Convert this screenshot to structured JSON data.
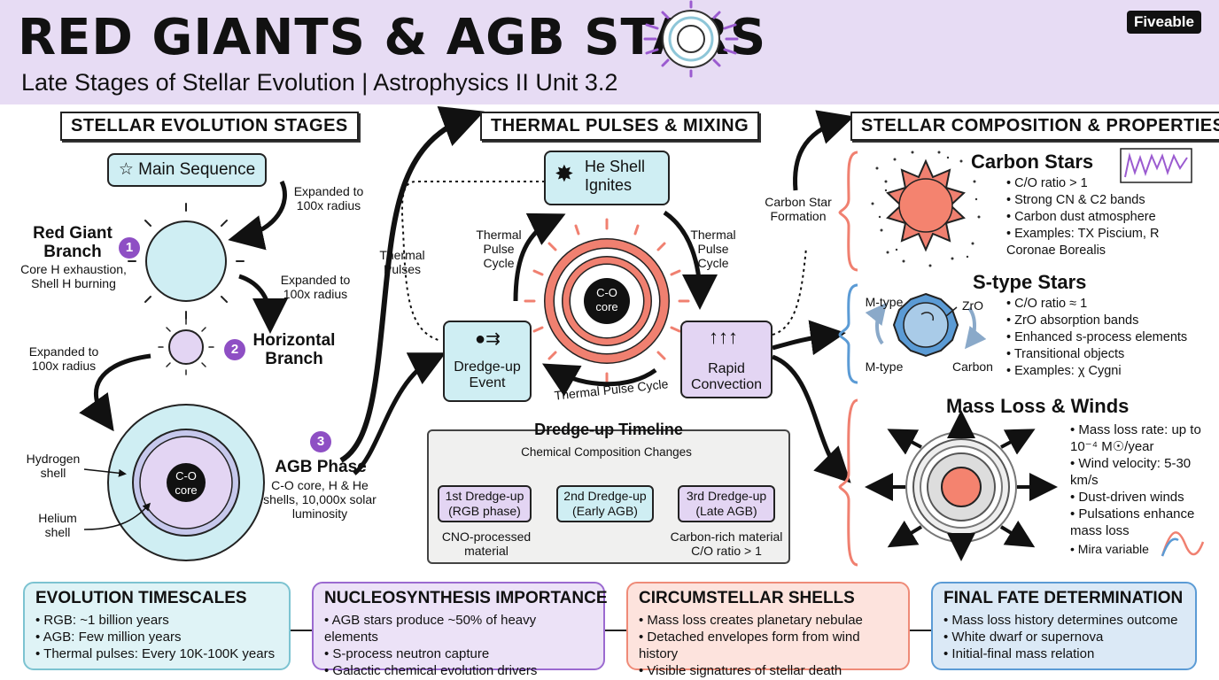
{
  "header": {
    "title": "RED GIANTS & AGB STARS",
    "subtitle": "Late Stages of Stellar Evolution | Astrophysics II Unit 3.2",
    "logo": "Fiveable"
  },
  "sections": {
    "evolution": "STELLAR EVOLUTION STAGES",
    "pulses": "THERMAL PULSES & MIXING",
    "composition": "STELLAR COMPOSITION & PROPERTIES"
  },
  "evolution": {
    "main_sequence": "Main Sequence",
    "expanded_1": "Expanded to 100x radius",
    "expanded_2": "Expanded to 100x radius",
    "expanded_3": "Expanded to 100x radius",
    "rgb_title": "Red Giant Branch",
    "rgb_badge": "1",
    "rgb_desc": "Core H exhaustion, Shell H burning",
    "hb_title": "Horizontal Branch",
    "hb_badge": "2",
    "agb_badge": "3",
    "agb_title": "AGB Phase",
    "agb_desc": "C-O core, H & He shells, 10,000x solar luminosity",
    "hydrogen_shell": "Hydrogen shell",
    "helium_shell": "Helium shell",
    "core_label": "C-O core"
  },
  "pulses": {
    "he_shell": "He Shell Ignites",
    "thermal_pulses": "Thermal Pulses",
    "cycle_left": "Thermal Pulse Cycle",
    "cycle_right": "Thermal Pulse Cycle",
    "cycle_bottom": "Thermal Pulse Cycle",
    "core_label": "C-O core",
    "dredge_event": "Dredge-up Event",
    "rapid_convection": "Rapid Convection",
    "carbon_star_formation": "Carbon Star Formation"
  },
  "timeline": {
    "title": "Dredge-up Timeline",
    "changes": "Chemical Composition Changes",
    "first": "1st Dredge-up (RGB phase)",
    "second": "2nd Dredge-up (Early AGB)",
    "third": "3rd Dredge-up (Late AGB)",
    "first_note": "CNO-processed material",
    "third_note": "Carbon-rich material C/O ratio > 1"
  },
  "composition": {
    "carbon_title": "Carbon Stars",
    "carbon_items": [
      "C/O ratio > 1",
      "Strong CN & C2 bands",
      "Carbon dust atmosphere",
      "Examples: TX Piscium, R Coronae Borealis"
    ],
    "stype_title": "S-type Stars",
    "stype_items": [
      "C/O ratio ≈ 1",
      "ZrO absorption bands",
      "Enhanced s-process elements",
      "Transitional objects",
      "Examples: χ Cygni"
    ],
    "mtype_top": "M-type",
    "mtype_bottom": "M-type",
    "zro": "ZrO",
    "carbon_lbl": "Carbon",
    "massloss_title": "Mass Loss & Winds",
    "massloss_items": [
      "Mass loss rate: up to 10⁻⁴ M☉/year",
      "Wind velocity: 5-30 km/s",
      "Dust-driven winds",
      "Pulsations enhance mass loss"
    ],
    "mira": "Mira variable"
  },
  "bottom": {
    "timescales": {
      "title": "EVOLUTION TIMESCALES",
      "items": [
        "RGB: ~1 billion years",
        "AGB: Few million years",
        "Thermal pulses: Every 10K-100K years"
      ]
    },
    "nucleo": {
      "title": "NUCLEOSYNTHESIS IMPORTANCE",
      "items": [
        "AGB stars produce ~50% of heavy elements",
        "S-process neutron capture",
        "Galactic chemical evolution drivers"
      ]
    },
    "shells": {
      "title": "CIRCUMSTELLAR SHELLS",
      "items": [
        "Mass loss creates planetary nebulae",
        "Detached envelopes form from wind history",
        "Visible signatures of stellar death"
      ]
    },
    "fate": {
      "title": "FINAL FATE DETERMINATION",
      "items": [
        "Mass loss history determines outcome",
        "White dwarf or supernova",
        "Initial-final mass relation"
      ]
    }
  },
  "colors": {
    "header_bg": "#e7dcf4",
    "teal": "#cfeef3",
    "lavender": "#e3d5f3",
    "salmon": "#f08070",
    "blue": "#5b9bd5",
    "purple_badge": "#8e4fc4"
  }
}
